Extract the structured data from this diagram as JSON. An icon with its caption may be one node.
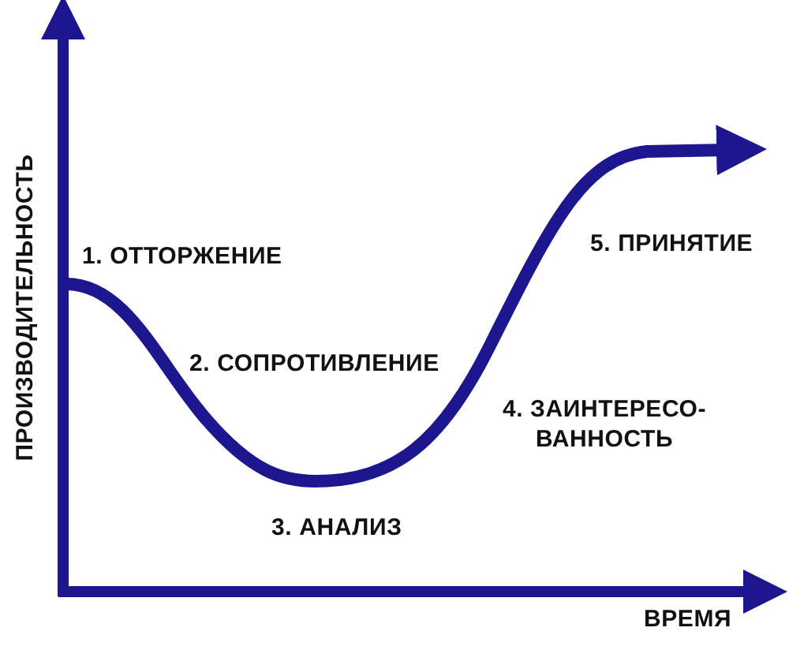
{
  "diagram": {
    "labels": [
      "ПРОИЗВОДИТЕЛЬНОСТЬ",
      "1. ОТТОРЖЕНИЕ",
      "5. ПРИНЯТИЕ",
      "2. СОПРОТИВЛЕНИЕ",
      "4. ЗАИНТЕРЕСО- ВАННОСТЬ",
      "3. АНАЛИЗ",
      "ВРЕМЯ"
    ]
  }
}
